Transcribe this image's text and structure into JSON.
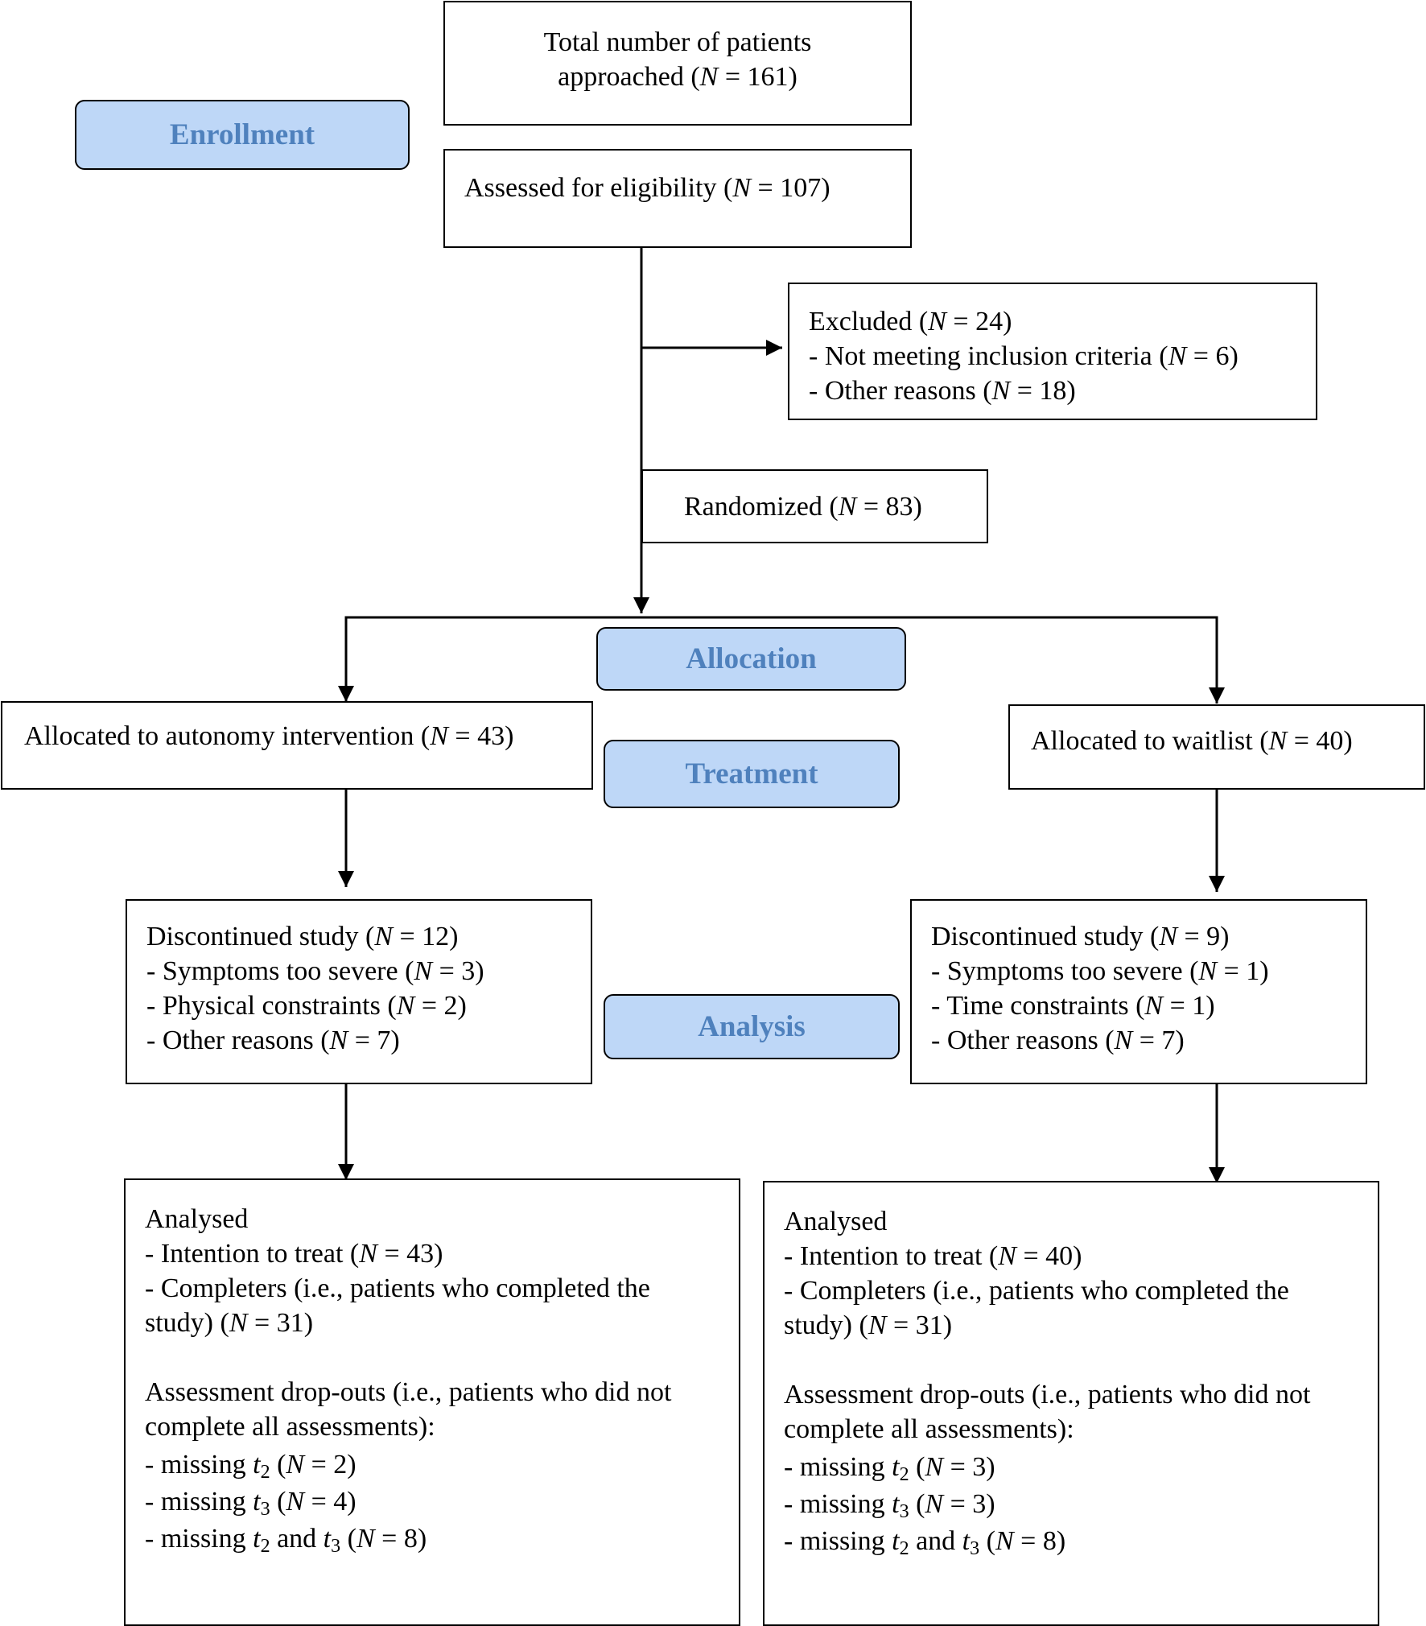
{
  "stages": {
    "enrollment": "Enrollment",
    "allocation": "Allocation",
    "treatment": "Treatment",
    "analysis": "Analysis"
  },
  "approached": {
    "line1": "Total number of patients",
    "line2_pre": "approached (",
    "n": "N",
    "line2_post": " = 161)"
  },
  "assessed": {
    "pre": "Assessed for eligibility (",
    "n": "N",
    "post": " = 107)"
  },
  "excluded": {
    "title_pre": "Excluded  (",
    "title_post": " = 24)",
    "item1_pre": "- Not meeting inclusion criteria (",
    "item1_post": " = 6)",
    "item2_pre": "- Other reasons (",
    "item2_post": " = 18)",
    "n": "N"
  },
  "randomized": {
    "pre": "Randomized (",
    "n": "N",
    "post": " = 83)"
  },
  "allocated_left": {
    "pre": "Allocated to autonomy intervention (",
    "n": "N",
    "post": " = 43)"
  },
  "allocated_right": {
    "pre": "Allocated to waitlist (",
    "n": "N",
    "post": " = 40)"
  },
  "discontinued_left": {
    "n": "N",
    "title_pre": "Discontinued study (",
    "title_post": " = 12)",
    "items": [
      {
        "pre": "- Symptoms too severe (",
        "post": " = 3)"
      },
      {
        "pre": "- Physical constraints (",
        "post": " = 2)"
      },
      {
        "pre": "- Other reasons (",
        "post": " = 7)"
      }
    ]
  },
  "discontinued_right": {
    "n": "N",
    "title_pre": "Discontinued study (",
    "title_post": " = 9)",
    "items": [
      {
        "pre": "- Symptoms too severe (",
        "post": " = 1)"
      },
      {
        "pre": "- Time constraints (",
        "post": " = 1)"
      },
      {
        "pre": "- Other reasons (",
        "post": " = 7)"
      }
    ]
  },
  "analysed_left": {
    "n": "N",
    "t": "t",
    "title": "Analysed",
    "itt_pre": "- Intention to treat (",
    "itt_post": " = 43)",
    "comp_pre": "- Completers (i.e., patients who completed the study) (",
    "comp_post": " = 31)",
    "dropouts": "Assessment drop-outs (i.e., patients who did not complete all assessments):",
    "missing": "- missing ",
    "and": " and ",
    "paren": " (",
    "sub2": "2",
    "sub3": "3",
    "m2_post": " = 2)",
    "m3_post": " = 4)",
    "m23_post": " = 8)"
  },
  "analysed_right": {
    "n": "N",
    "t": "t",
    "title": "Analysed",
    "itt_pre": "- Intention to treat (",
    "itt_post": " = 40)",
    "comp_pre": "- Completers (i.e., patients who completed the study) (",
    "comp_post": " = 31)",
    "dropouts": "Assessment drop-outs (i.e., patients who did not complete all assessments):",
    "missing": "- missing ",
    "and": " and ",
    "paren": " (",
    "sub2": "2",
    "sub3": "3",
    "m2_post": " = 3)",
    "m3_post": " = 3)",
    "m23_post": " = 8)"
  }
}
